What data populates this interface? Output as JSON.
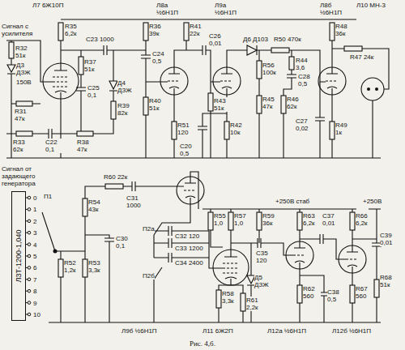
{
  "diagram": {
    "caption": "Рис. 4,б.",
    "nodes": [
      {
        "text": [
          "ЛЗТ-1200-1,040"
        ]
      }
    ],
    "labels": [
      "Л7 6Ж10П",
      "Сигнал с усилителя",
      "R35 6,2к",
      "C23 1000",
      "R32 51к",
      "Д3 ДЗЖ",
      "150В",
      "R31 47к",
      "R37 51к",
      "C25 0,1",
      "Д4 ДЗЖ",
      "R33 62к",
      "C22 0,1",
      "R38 47к",
      "R39 82к",
      "R36 39к",
      "C24 0,5",
      "R40 51к",
      "Л8а ½6Н1П",
      "R41 22к",
      "C26 0,01",
      "Л9а ½6Н1П",
      "R43 51к",
      "R51 120",
      "R42 10к",
      "C20 0,5",
      "Д6 Д103",
      "R50 470к",
      "R56 100к",
      "R44 3,6",
      "C28 0,5",
      "R45 47к",
      "R46 62к",
      "C27 0,02",
      "Л8б ½6Н1П",
      "R48 36к",
      "R47 24к",
      "R49 1к",
      "Л10 МН-3",
      "Сигнал от задающего генератора",
      "П1",
      "0",
      "1",
      "2",
      "3",
      "4",
      "5",
      "6",
      "7",
      "8",
      "9",
      "10",
      "R52 1,2к",
      "R53 3,3к",
      "C30 0,1",
      "R54 43к",
      "R60 22к",
      "C31 1000",
      "Л9б ½6Н1П",
      "П2а",
      "C32 120",
      "C33 1200",
      "C34 2400",
      "П2б",
      "R55 1,0",
      "R57 1,0",
      "R59 36к",
      "C35 120",
      "R58 3,3к",
      "R61 2,2к",
      "Д5 ДЗЖ",
      "Л11 6Ж2П",
      "+250В стаб",
      "R63 6,2к",
      "C37 0,01",
      "R66 6,2к",
      "+250В",
      "C39 0,01",
      "R62 560",
      "C38 0,5",
      "R67 560",
      "R68 51к",
      "Л12а ½6Н1П",
      "Л12б ½6Н1П"
    ]
  }
}
